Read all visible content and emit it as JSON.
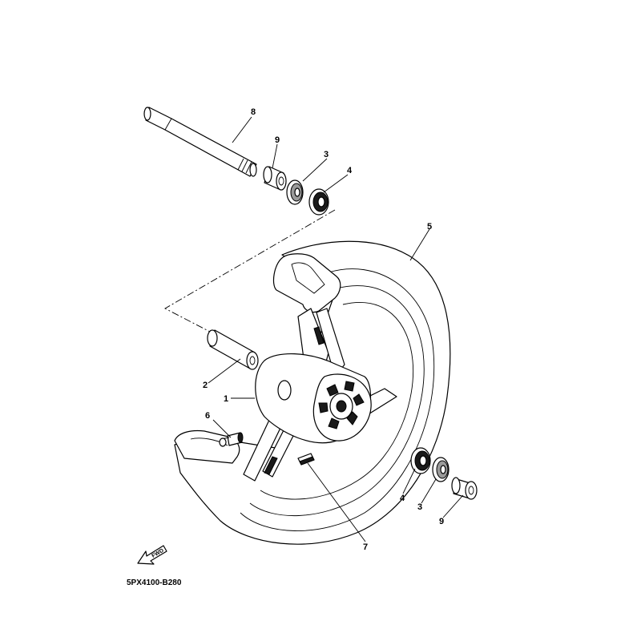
{
  "diagram_code": "5PX4100-B280",
  "fwd_label": "FWD",
  "callouts": [
    {
      "id": "8",
      "part": "axle"
    },
    {
      "id": "9",
      "part": "collar-top"
    },
    {
      "id": "3",
      "part": "oil-seal-top"
    },
    {
      "id": "4",
      "part": "bearing-top"
    },
    {
      "id": "5",
      "part": "tire"
    },
    {
      "id": "2",
      "part": "spacer"
    },
    {
      "id": "1",
      "part": "wheel"
    },
    {
      "id": "6",
      "part": "valve"
    },
    {
      "id": "4",
      "part": "bearing-bottom"
    },
    {
      "id": "3",
      "part": "oil-seal-bottom"
    },
    {
      "id": "9",
      "part": "collar-bottom"
    },
    {
      "id": "7",
      "part": "balance-weight"
    }
  ]
}
